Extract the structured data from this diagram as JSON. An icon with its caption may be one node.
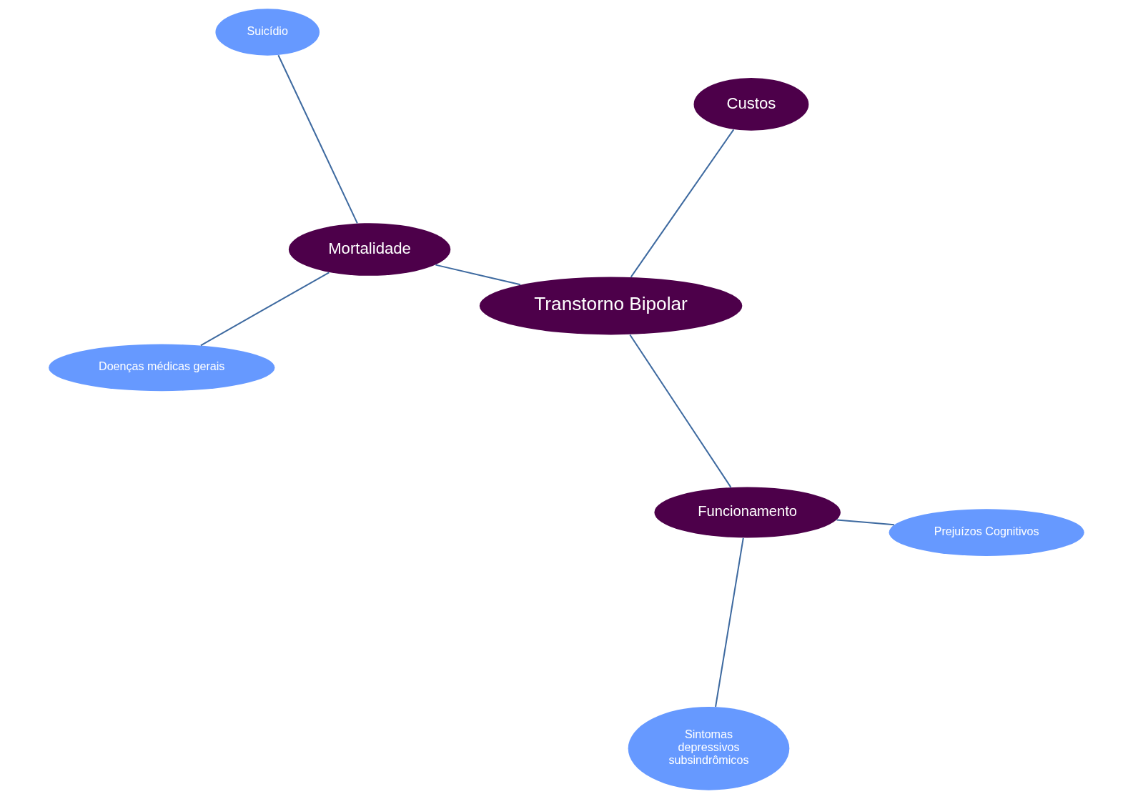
{
  "diagram": {
    "nodes": [
      {
        "text": [
          "Sintomas depressivos subsindrômicos"
        ]
      },
      {
        "text": [
          "Prejuízos Cognitivos"
        ]
      },
      {
        "text": [
          "Funcionamento"
        ]
      },
      {
        "text": [
          "Suicídio"
        ]
      },
      {
        "text": [
          "Transtorno Bipolar"
        ]
      },
      {
        "text": [
          "Custos"
        ]
      },
      {
        "text": [
          "Mortalidade"
        ]
      },
      {
        "text": [
          "Doenças médicas gerais"
        ]
      }
    ],
    "edges": [
      {
        "from": 0,
        "to": 2,
        "arrow": "none"
      },
      {
        "from": 1,
        "to": 2,
        "arrow": "none"
      },
      {
        "from": 2,
        "to": 4,
        "arrow": "none"
      },
      {
        "from": 4,
        "to": 5,
        "arrow": "none"
      },
      {
        "from": 4,
        "to": 6,
        "arrow": "none"
      },
      {
        "from": 6,
        "to": 3,
        "arrow": "none"
      },
      {
        "from": 6,
        "to": 7,
        "arrow": "none"
      }
    ]
  }
}
